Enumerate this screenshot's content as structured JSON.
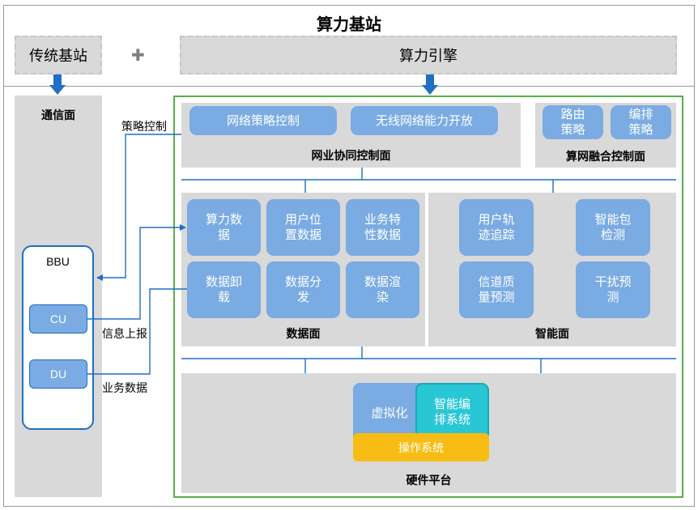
{
  "title": "算力基站",
  "top": {
    "traditional": "传统基站",
    "plus": "✚",
    "engine": "算力引擎"
  },
  "comm_plane": {
    "title": "通信面",
    "bbu": "BBU",
    "cu": "CU",
    "du": "DU"
  },
  "links": {
    "strategy": "策略控制",
    "info_report": "信息上报",
    "business_data": "业务数据"
  },
  "network_control": {
    "items": [
      "网络策略控制",
      "无线网络能力开放"
    ],
    "title": "网业协同控制面"
  },
  "fusion_control": {
    "items": [
      "路由\n策略",
      "编排\n策略"
    ],
    "title": "算网融合控制面"
  },
  "data_plane": {
    "items": [
      "算力数\n据",
      "用户位\n置数据",
      "业务特\n性数据",
      "数据卸\n载",
      "数据分\n发",
      "数据渲\n染"
    ],
    "title": "数据面"
  },
  "intelligence_plane": {
    "items": [
      "用户轨\n迹追踪",
      "智能包\n检测",
      "信道质\n量预测",
      "干扰预\n测"
    ],
    "title": "智能面"
  },
  "hardware": {
    "virtualization": "虚拟化",
    "orchestration": "智能编\n排系统",
    "os": "操作系统",
    "title": "硬件平台"
  },
  "colors": {
    "box_blue": "#7aabe2",
    "arrow_blue": "#1f6fc5",
    "green_border": "#5aae4a",
    "cyan": "#29c6d6",
    "os_yellow": "#f7bd14",
    "gray": "#d9d9d9"
  }
}
